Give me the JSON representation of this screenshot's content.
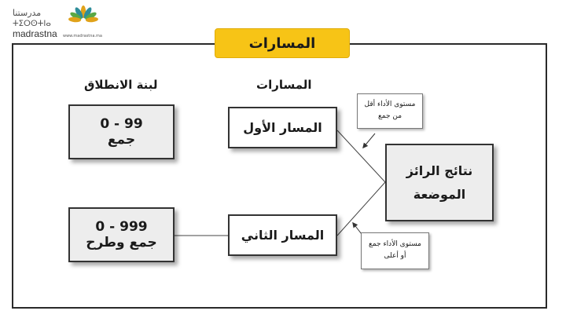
{
  "logo": {
    "arabic": "مدرستنا",
    "tifinagh": "ⵜⵉⵔⵙⵜⵏⴰ",
    "latin": "madrastna",
    "site": "www.madrastna.ma"
  },
  "title": "المسارات",
  "headers": {
    "paths": "المسارات",
    "start_brick": "لبنة الانطلاق"
  },
  "result_box": {
    "line1": "نتائج الرائز",
    "line2": "الموضعة"
  },
  "path_boxes": {
    "first": "المسار الأول",
    "second": "المسار الثاني"
  },
  "notes": {
    "top": {
      "line1": "مستوى الأداء أقل",
      "line2": "من جمع"
    },
    "bottom": {
      "line1": "مستوى الأداء جمع",
      "line2": "أو أعلى"
    }
  },
  "start_boxes": {
    "first": {
      "range": "0 - 99",
      "label": "جمع"
    },
    "second": {
      "range": "0 - 999",
      "label": "جمع وطرح"
    }
  },
  "colors": {
    "title_bg": "#f7c416",
    "box_bg": "#ededed",
    "border": "#333333"
  }
}
